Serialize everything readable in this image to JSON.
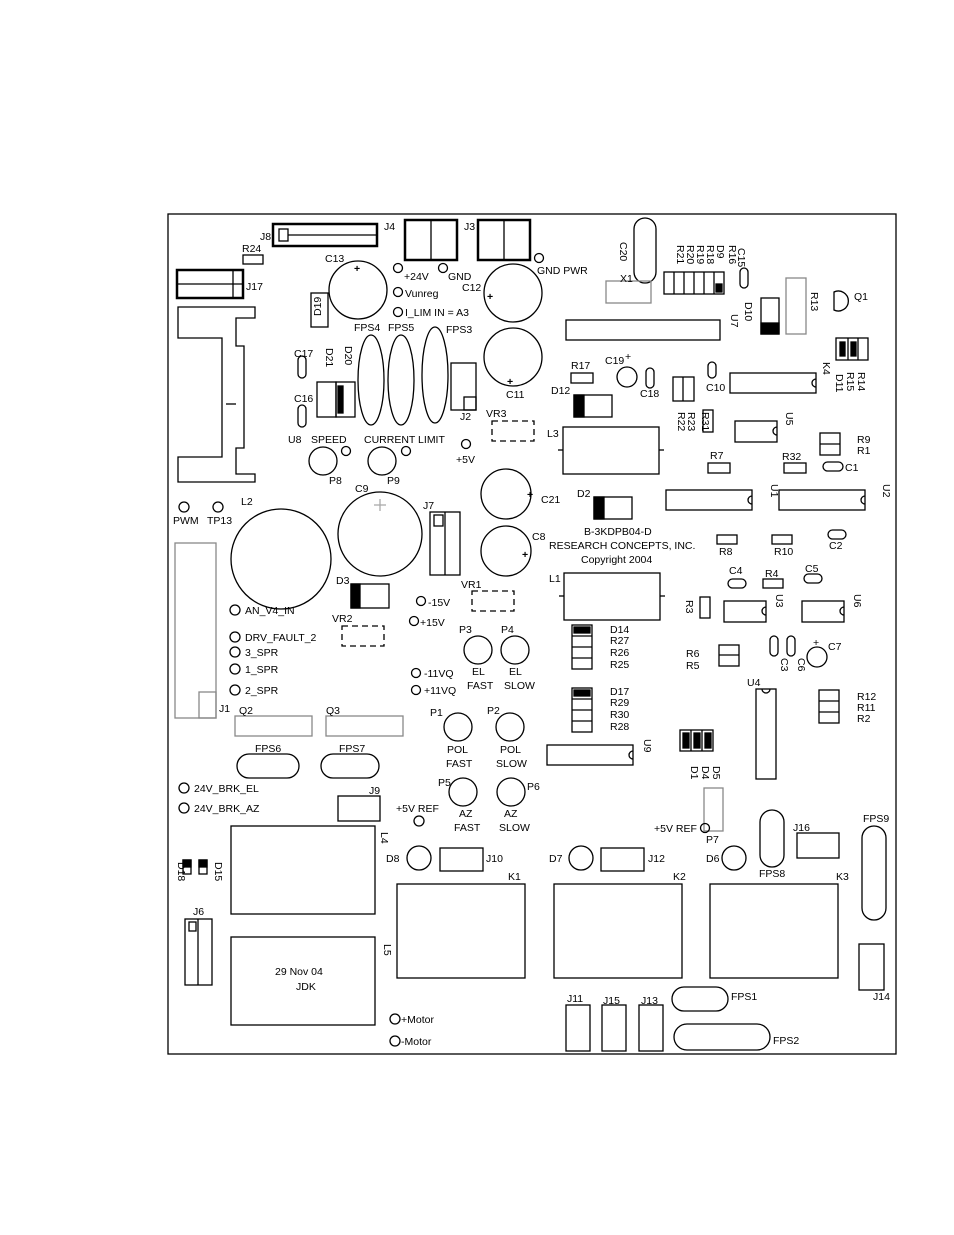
{
  "board": {
    "title": "B-3KDPB04-D",
    "company": "RESEARCH CONCEPTS, INC.",
    "copyright": "Copyright 2004",
    "date": "29 Nov 04",
    "initials": "JDK"
  },
  "labels": {
    "J8": "J8",
    "J4": "J4",
    "J3": "J3",
    "R24": "R24",
    "J17": "J17",
    "C13": "C13",
    "D19": "D19",
    "p24V": "+24V",
    "GND": "GND",
    "Vunreg": "Vunreg",
    "ILIM": "I_LIM IN = A3",
    "C12": "C12",
    "GNDPWR": "GND PWR",
    "C20": "C20",
    "X1": "X1",
    "R21": "R21",
    "R20": "R20",
    "R19": "R19",
    "R18": "R18",
    "D9": "D9",
    "R16": "R16",
    "C15": "C15",
    "D10": "D10",
    "R13": "R13",
    "Q1": "Q1",
    "U7": "U7",
    "FPS4": "FPS4",
    "FPS5": "FPS5",
    "FPS3": "FPS3",
    "D20": "D20",
    "D21": "D21",
    "C17": "C17",
    "C16": "C16",
    "J2": "J2",
    "C11": "C11",
    "R17": "R17",
    "C19": "C19",
    "D12": "D12",
    "C18": "C18",
    "C10": "C10",
    "K4": "K4",
    "R14": "R14",
    "R15": "R15",
    "D11": "D11",
    "VR3": "VR3",
    "L3": "L3",
    "R23": "R23",
    "R22": "R22",
    "R31": "R31",
    "U5": "U5",
    "R9": "R9",
    "R1": "R1",
    "U8": "U8",
    "SPEED": "SPEED",
    "CURRENTLIMIT": "CURRENT LIMIT",
    "P8": "P8",
    "P9": "P9",
    "p5V": "+5V",
    "R7": "R7",
    "R32": "R32",
    "C1": "C1",
    "PWM": "PWM",
    "TP13": "TP13",
    "L2": "L2",
    "C9": "C9",
    "J7": "J7",
    "C21": "C21",
    "D2": "D2",
    "U1": "U1",
    "U2": "U2",
    "C8": "C8",
    "R8": "R8",
    "R10": "R10",
    "C2": "C2",
    "L1": "L1",
    "C4": "C4",
    "R4": "R4",
    "C5": "C5",
    "R3": "R3",
    "U3": "U3",
    "U6": "U6",
    "D3": "D3",
    "VR1": "VR1",
    "m15V": "-15V",
    "p15V": "+15V",
    "AN_V4_IN": "AN_V4_IN",
    "VR2": "VR2",
    "DRV_FAULT_2": "DRV_FAULT_2",
    "SPR3": "3_SPR",
    "SPR1": "1_SPR",
    "SPR2": "2_SPR",
    "P3": "P3",
    "P4": "P4",
    "EL1": "EL",
    "FAST1": "FAST",
    "EL2": "EL",
    "SLOW1": "SLOW",
    "D14": "D14",
    "R27": "R27",
    "R26": "R26",
    "R25": "R25",
    "R6": "R6",
    "R5": "R5",
    "C3": "C3",
    "C6": "C6",
    "C7": "C7",
    "m11VQ": "-11VQ",
    "p11VQ": "+11VQ",
    "D17": "D17",
    "R29": "R29",
    "R30": "R30",
    "R28": "R28",
    "U4": "U4",
    "R12": "R12",
    "R11": "R11",
    "R2": "R2",
    "J1": "J1",
    "Q2": "Q2",
    "Q3": "Q3",
    "P1": "P1",
    "P2": "P2",
    "POL1": "POL",
    "FAST2": "FAST",
    "POL2": "POL",
    "SLOW2": "SLOW",
    "U9": "U9",
    "D1": "D1",
    "D4": "D4",
    "D5": "D5",
    "FPS6": "FPS6",
    "FPS7": "FPS7",
    "BRK_EL": "24V_BRK_EL",
    "BRK_AZ": "24V_BRK_AZ",
    "J9": "J9",
    "p5VREF": "+5V REF",
    "P5": "P5",
    "AZ1": "AZ",
    "FAST3": "FAST",
    "P6": "P6",
    "AZ2": "AZ",
    "SLOW3": "SLOW",
    "p5VREF2": "+5V REF",
    "P7": "P7",
    "J16": "J16",
    "FPS9": "FPS9",
    "L4": "L4",
    "D8": "D8",
    "J10": "J10",
    "D7": "D7",
    "J12": "J12",
    "D6": "D6",
    "FPS8": "FPS8",
    "D18": "D18",
    "D15": "D15",
    "K1": "K1",
    "K2": "K2",
    "K3": "K3",
    "J6": "J6",
    "L5": "L5",
    "J14": "J14",
    "J11": "J11",
    "J15": "J15",
    "J13": "J13",
    "FPS1": "FPS1",
    "FPS2": "FPS2",
    "pMotor": "+Motor",
    "mMotor": "-Motor"
  }
}
